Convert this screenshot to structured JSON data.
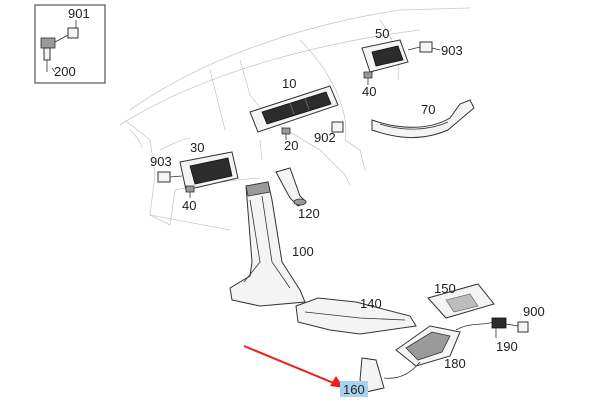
{
  "diagram": {
    "highlight_color": "#a9d2f2",
    "arrow_color": "#e8231f",
    "inset_labels": {
      "sensor_clip": "901",
      "sensor": "200"
    },
    "callouts": {
      "vent_right": "50",
      "clip_right": "903",
      "screw_right": "40",
      "vent_center": "10",
      "duct_right": "70",
      "screw_center": "20",
      "clip_center": "902",
      "vent_left": "30",
      "clip_left": "903",
      "screw_left": "40",
      "duct_small": "120",
      "duct_main": "100",
      "filter_cover": "150",
      "duct_lower": "140",
      "connector": "900",
      "harness": "190",
      "control_module": "180",
      "bracket": "160"
    }
  }
}
